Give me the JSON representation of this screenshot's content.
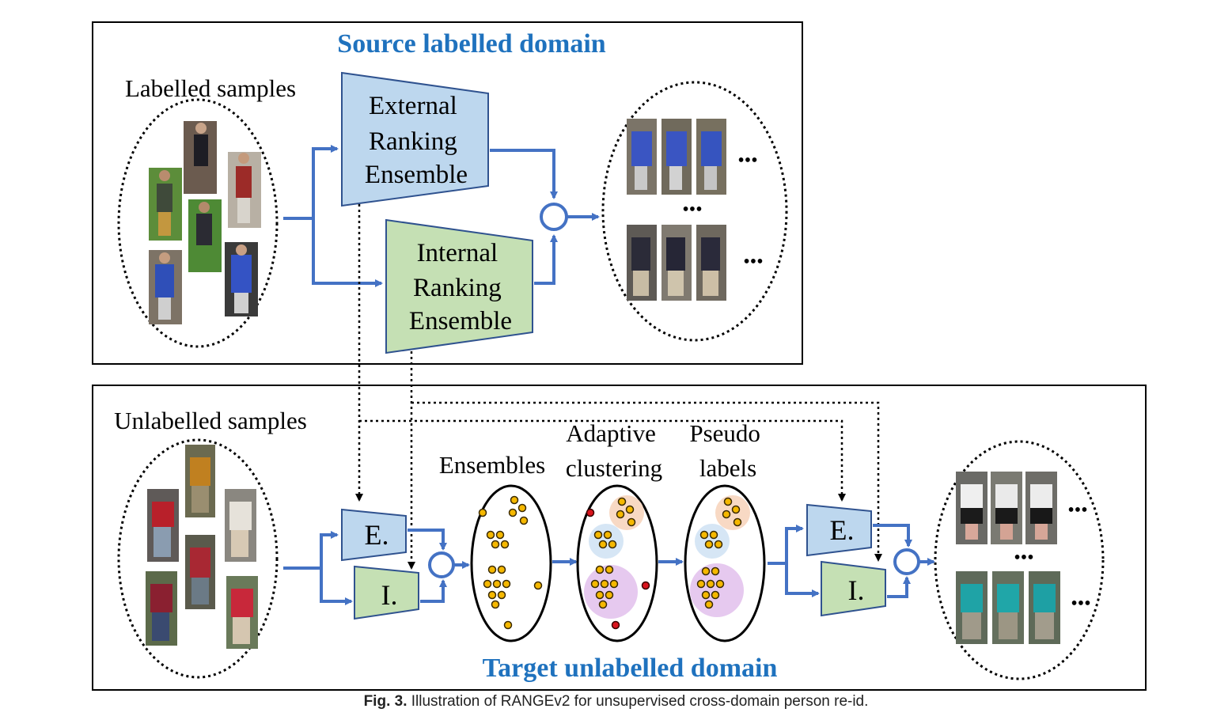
{
  "source_panel": {
    "title": "Source labelled domain",
    "samples_label": "Labelled samples",
    "external_block": [
      "External",
      "Ranking",
      "Ensemble"
    ],
    "internal_block": [
      "Internal",
      "Ranking",
      "Ensemble"
    ],
    "ellipsis": "•••"
  },
  "target_panel": {
    "title": "Target unlabelled domain",
    "samples_label": "Unlabelled samples",
    "ensembles_label": "Ensembles",
    "adaptive_label": [
      "Adaptive",
      "clustering"
    ],
    "pseudo_label": [
      "Pseudo",
      "labels"
    ],
    "e_block": "E.",
    "i_block": "I.",
    "ellipsis": "•••"
  },
  "caption": {
    "prefix": "Fig. 3.",
    "text": "Illustration of RANGEv2 for unsupervised cross-domain person re-id."
  },
  "colors": {
    "title_blue": "#1f72be",
    "arrow_blue": "#4472c4",
    "external_fill": "#bdd7ee",
    "internal_fill": "#c5e0b4",
    "block_stroke": "#2f528f",
    "dot_orange": "#f5b800",
    "dot_red": "#d9141d",
    "cluster_peach": "#f8d9c4",
    "cluster_blue": "#d6e6f5",
    "cluster_violet": "#e6c9ef"
  }
}
